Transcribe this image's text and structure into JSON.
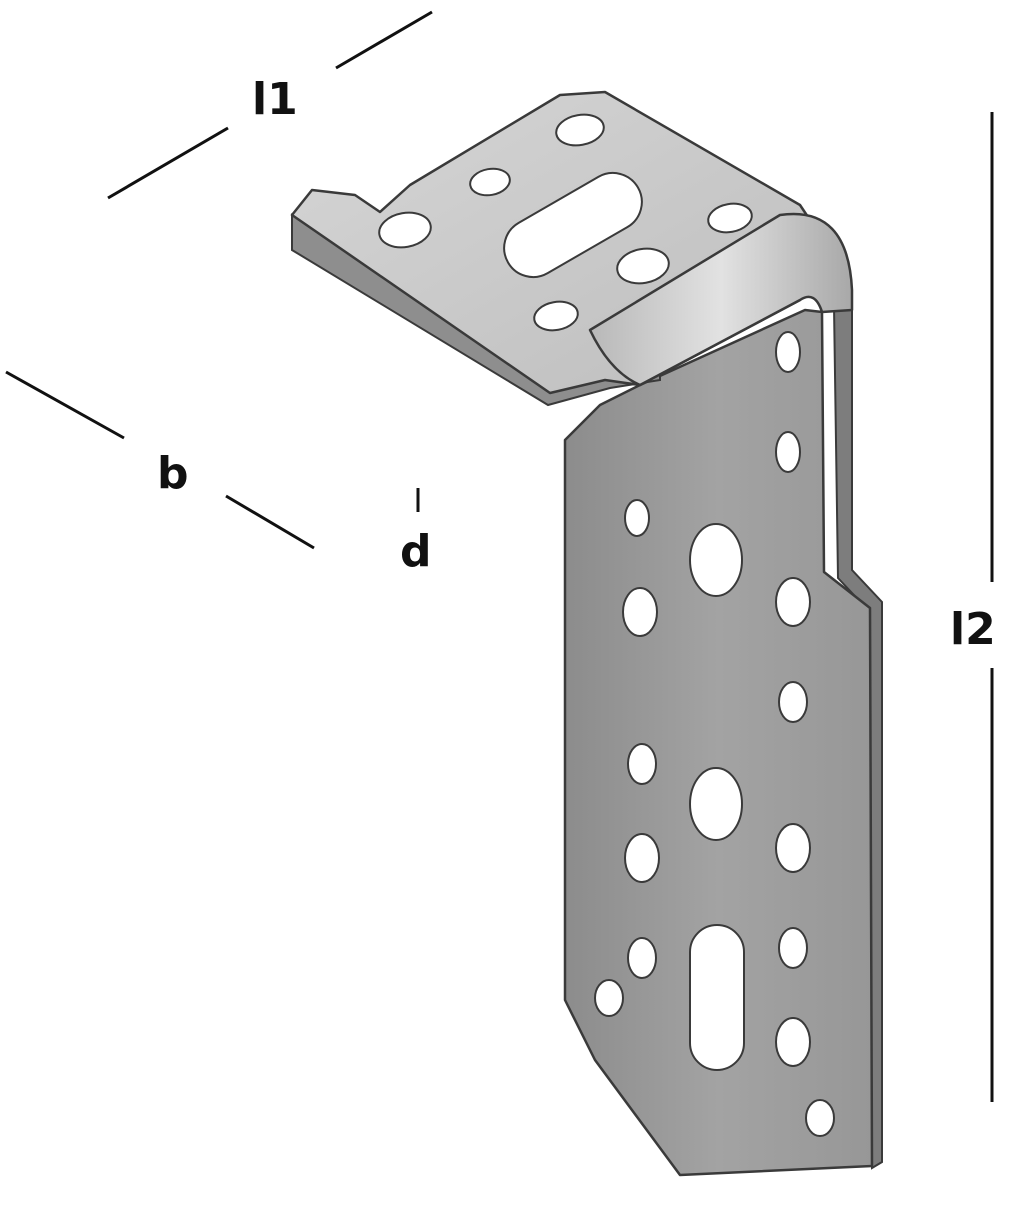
{
  "diagram": {
    "subject": "angle-bracket",
    "dimension_labels": {
      "l1": "l1",
      "b": "b",
      "d": "d",
      "l2": "l2"
    },
    "colors": {
      "line": "#111111",
      "metal_light": "#c9c9c9",
      "metal_mid": "#a9a9a9",
      "metal_dark": "#8e8e8e",
      "edge": "#3a3a3a",
      "hole_shadow": "#5e5e5e"
    }
  }
}
